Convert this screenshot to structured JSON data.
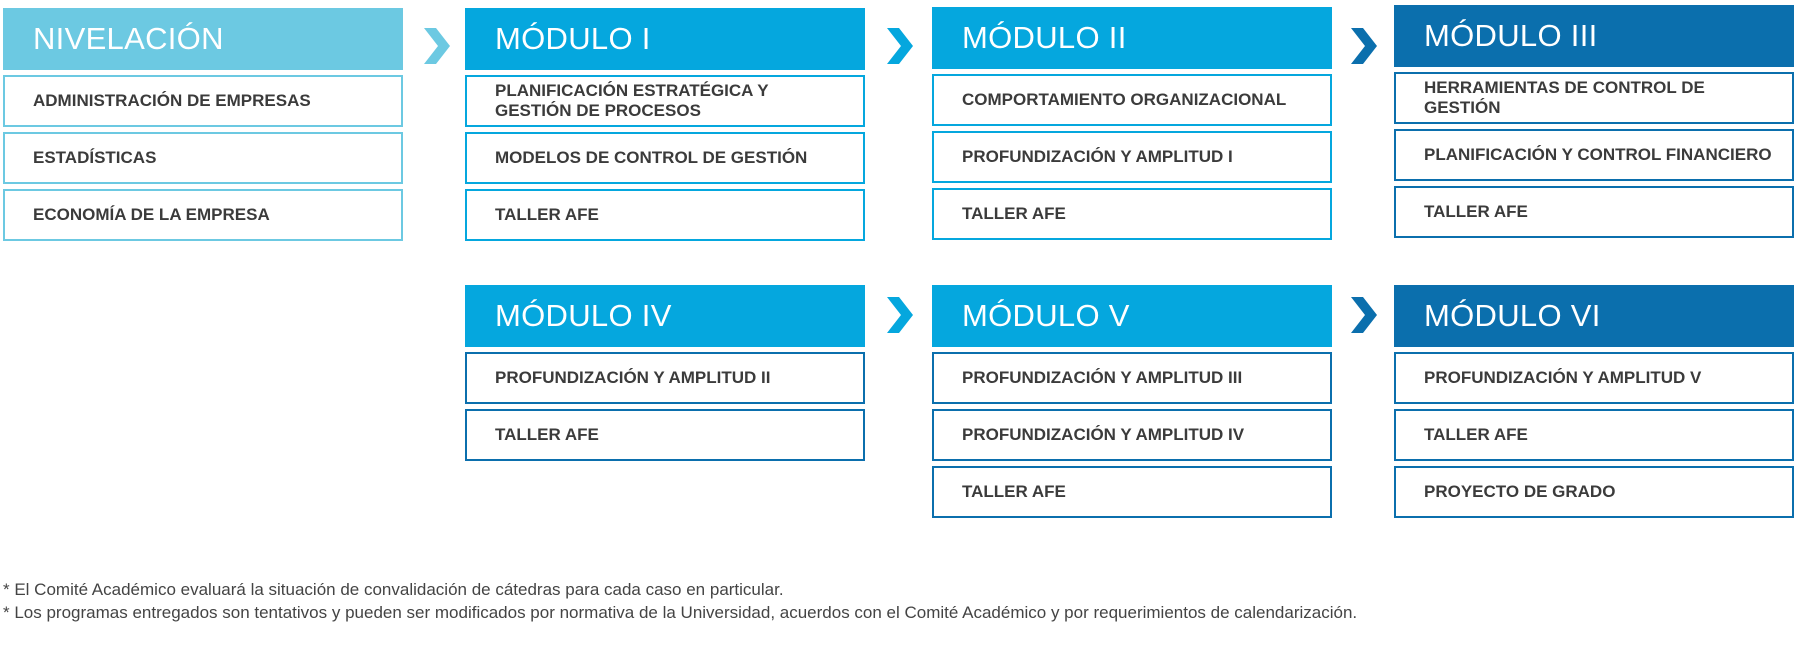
{
  "colors": {
    "nivelacion": "#6cc9e2",
    "module_mid": "#05a7de",
    "module_dark": "#0b6fad"
  },
  "columns": [
    {
      "id": "nivelacion",
      "title": "NIVELACIÓN",
      "items": [
        "ADMINISTRACIÓN DE EMPRESAS",
        "ESTADÍSTICAS",
        "ECONOMÍA DE LA EMPRESA"
      ]
    },
    {
      "id": "modulo-1",
      "title": "MÓDULO I",
      "items": [
        "PLANIFICACIÓN ESTRATÉGICA  Y GESTIÓN DE PROCESOS",
        "MODELOS DE CONTROL DE GESTIÓN",
        "TALLER AFE"
      ]
    },
    {
      "id": "modulo-2",
      "title": "MÓDULO II",
      "items": [
        "COMPORTAMIENTO ORGANIZACIONAL",
        "PROFUNDIZACIÓN Y AMPLITUD I",
        "TALLER AFE"
      ]
    },
    {
      "id": "modulo-3",
      "title": "MÓDULO III",
      "items": [
        "HERRAMIENTAS DE CONTROL DE GESTIÓN",
        "PLANIFICACIÓN Y CONTROL FINANCIERO",
        "TALLER AFE"
      ]
    },
    {
      "id": "modulo-4",
      "title": "MÓDULO IV",
      "items": [
        "PROFUNDIZACIÓN Y AMPLITUD II",
        "TALLER AFE"
      ]
    },
    {
      "id": "modulo-5",
      "title": "MÓDULO V",
      "items": [
        "PROFUNDIZACIÓN Y AMPLITUD III",
        "PROFUNDIZACIÓN Y AMPLITUD IV",
        "TALLER AFE"
      ]
    },
    {
      "id": "modulo-6",
      "title": "MÓDULO VI",
      "items": [
        "PROFUNDIZACIÓN Y AMPLITUD V",
        "TALLER AFE",
        "PROYECTO DE GRADO"
      ]
    }
  ],
  "notes": [
    "* El Comité Académico  evaluará la situación de convalidación de cátedras para cada caso en particular.",
    "* Los programas entregados son tentativos y pueden ser modificados por normativa de la Universidad, acuerdos con el Comité Académico y por requerimientos de calendarización."
  ]
}
